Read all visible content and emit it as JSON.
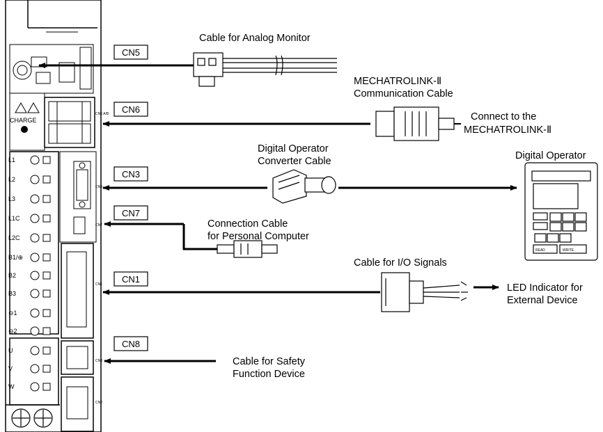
{
  "connectors": {
    "cn5": "CN5",
    "cn6": "CN6",
    "cn3": "CN3",
    "cn7": "CN7",
    "cn1": "CN1",
    "cn8": "CN8"
  },
  "labels": {
    "analog_monitor": "Cable for Analog Monitor",
    "mechatrolink_line1": "MECHATROLINK-Ⅱ",
    "mechatrolink_line2": "Communication Cable",
    "connect_line1": "Connect to the",
    "connect_line2": "MECHATROLINK-Ⅱ",
    "digital_operator": "Digital Operator",
    "converter_line1": "Digital Operator",
    "converter_line2": "Converter Cable",
    "pc_line1": "Connection Cable",
    "pc_line2": "for Personal Computer",
    "io_signals": "Cable for I/O Signals",
    "led_line1": "LED Indicator for",
    "led_line2": "External Device",
    "safety_line1": "Cable for Safety",
    "safety_line2": "Function Device"
  },
  "servopack": {
    "charge_label": "CHARGE",
    "terminals": [
      "L1",
      "L2",
      "L3",
      "L1C",
      "L2C",
      "B1/⊕",
      "B2",
      "B3",
      "⊖1",
      "⊖2",
      "U",
      "V",
      "W"
    ],
    "side_marks": {
      "cn6": "CN6 A/B",
      "cn3": "CN3",
      "cn7": "CN7",
      "cn1": "CN1",
      "cn8": "CN8",
      "cn2": "CN2"
    }
  },
  "operator_keys": {
    "read": "READ",
    "write": "WRITE"
  }
}
